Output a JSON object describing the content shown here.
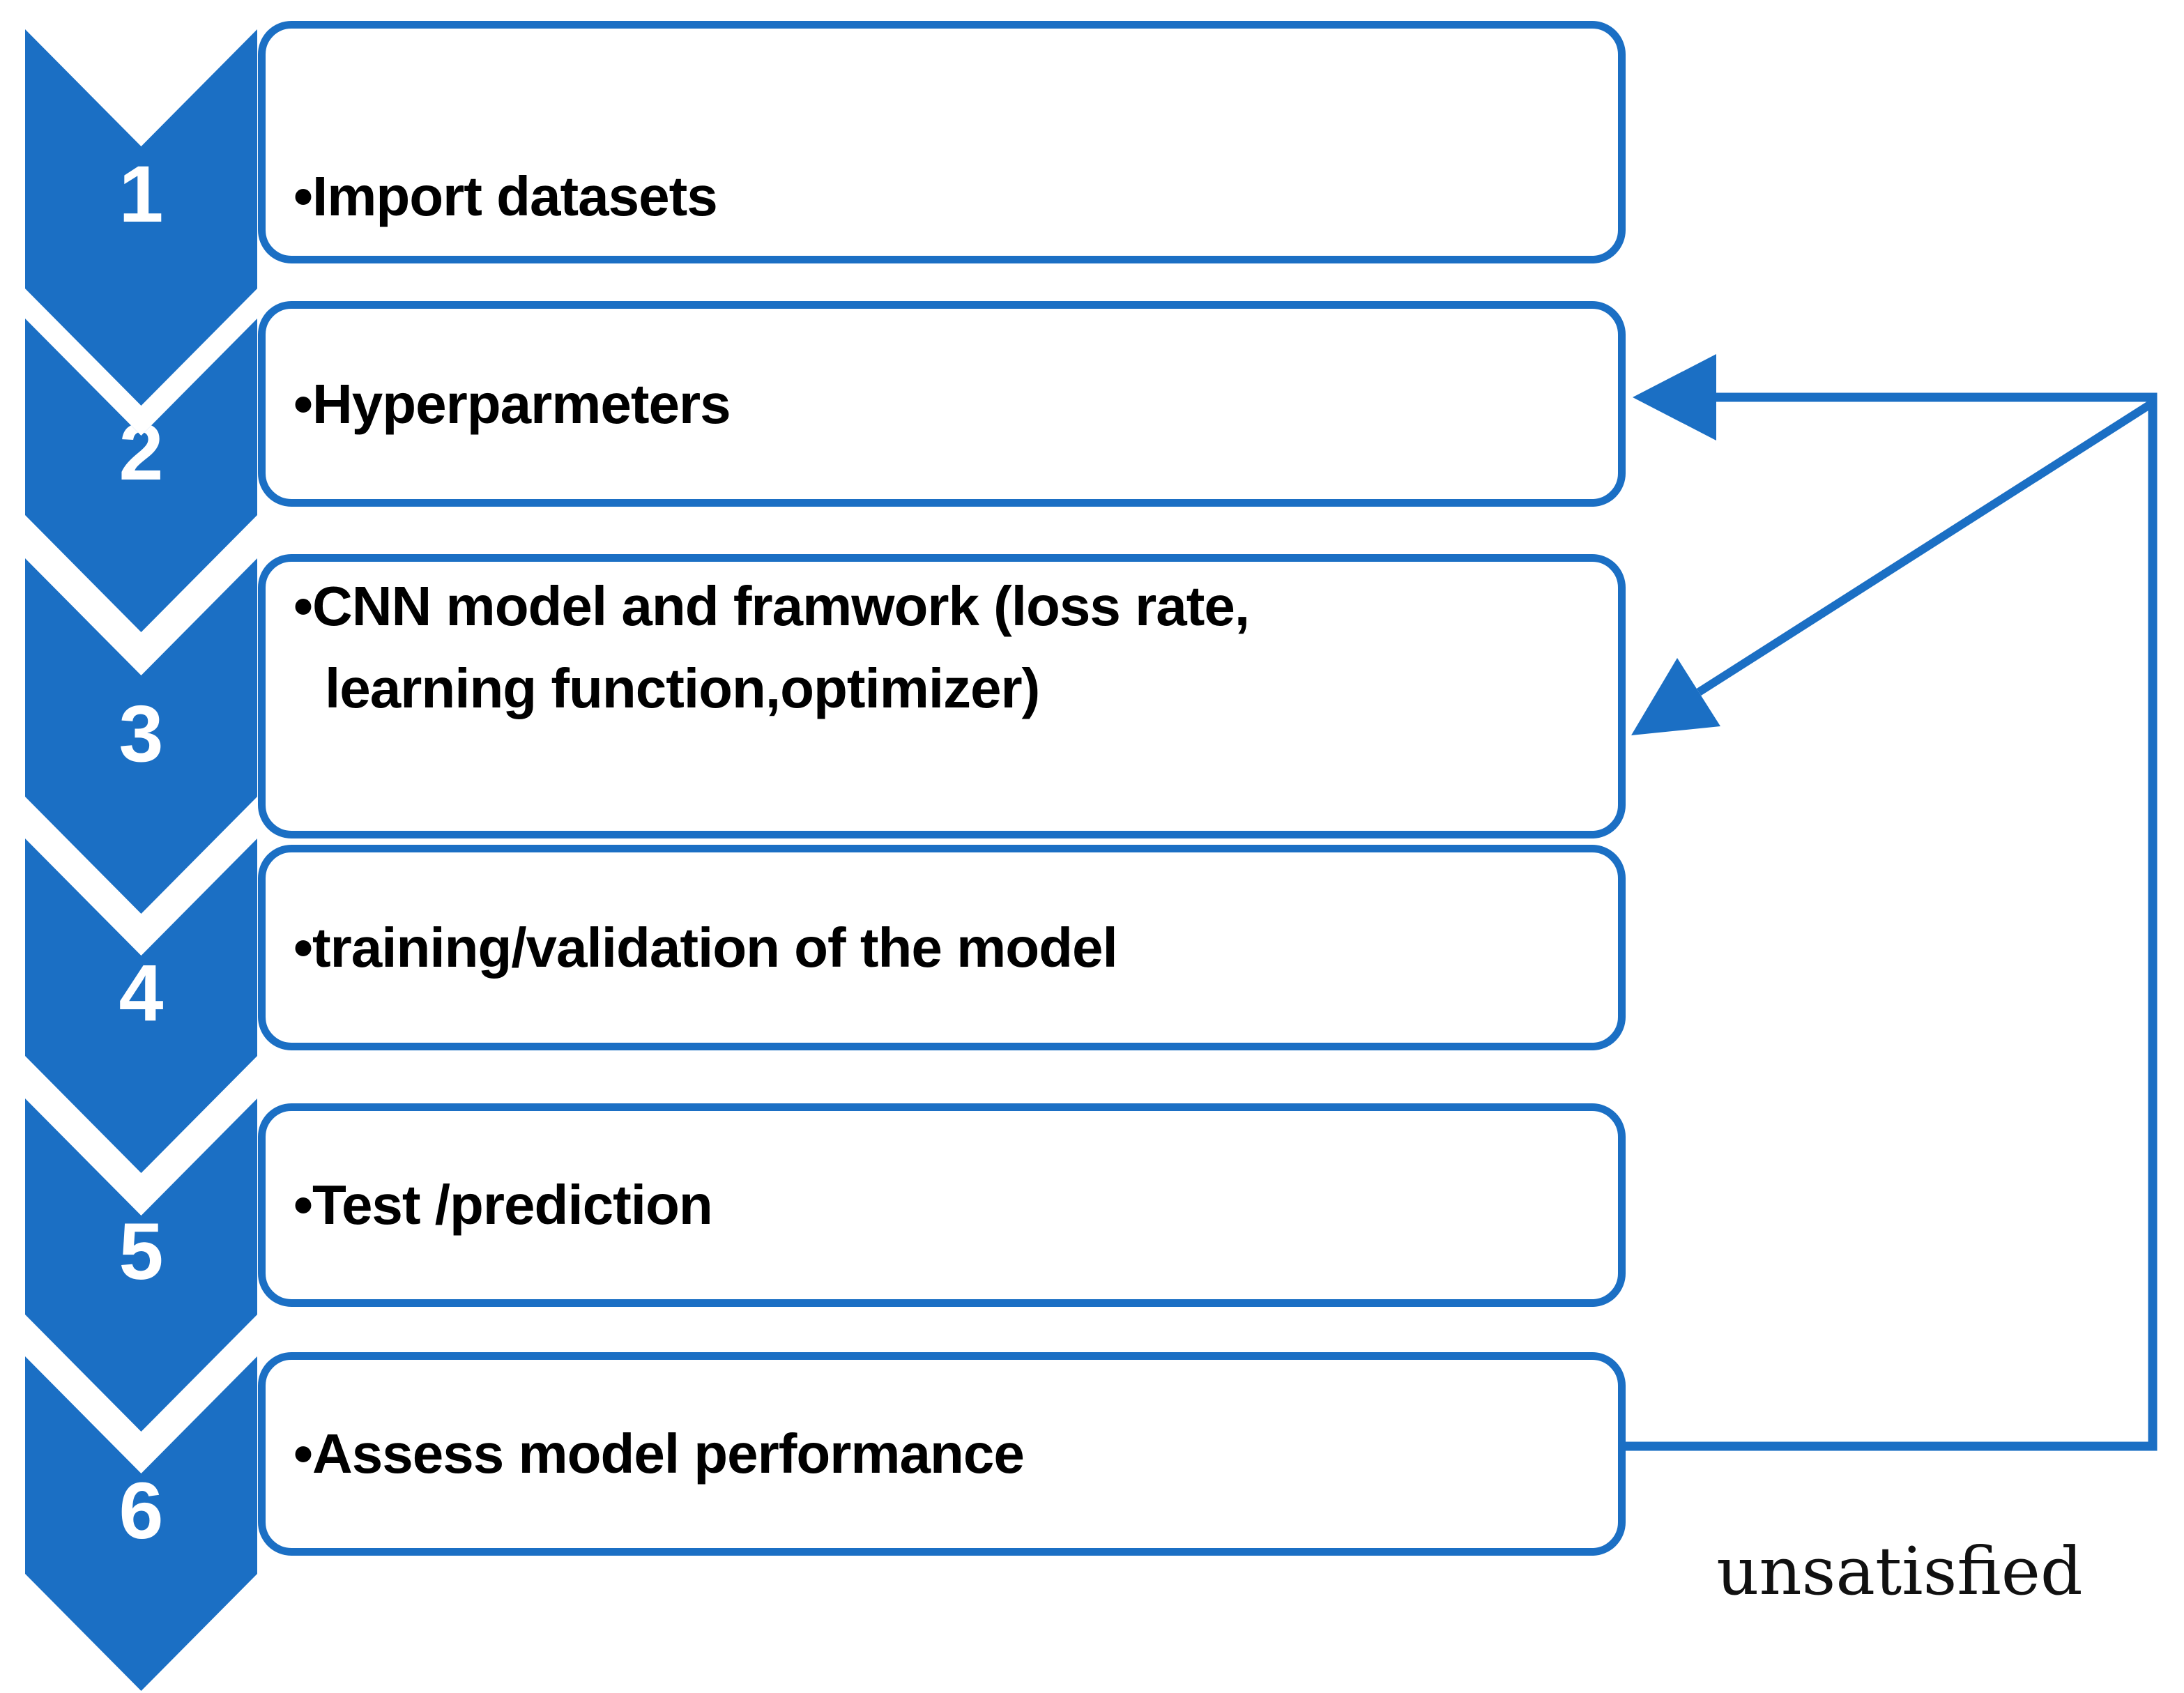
{
  "diagram": {
    "steps": [
      {
        "number": "1",
        "label": "•Import datasets",
        "label2": ""
      },
      {
        "number": "2",
        "label": "•Hyperparmeters",
        "label2": ""
      },
      {
        "number": "3",
        "label": "•CNN model and framwork (loss rate,",
        "label2": "learning function,optimizer)"
      },
      {
        "number": "4",
        "label": "•training/validation of the model",
        "label2": ""
      },
      {
        "number": "5",
        "label": "•Test /prediction",
        "label2": ""
      },
      {
        "number": "6",
        "label": "•Assess model performance",
        "label2": ""
      }
    ],
    "feedback_label": "unsatisfied",
    "colors": {
      "accent": "#1b6fc4",
      "text": "#000000",
      "background": "#ffffff"
    }
  }
}
